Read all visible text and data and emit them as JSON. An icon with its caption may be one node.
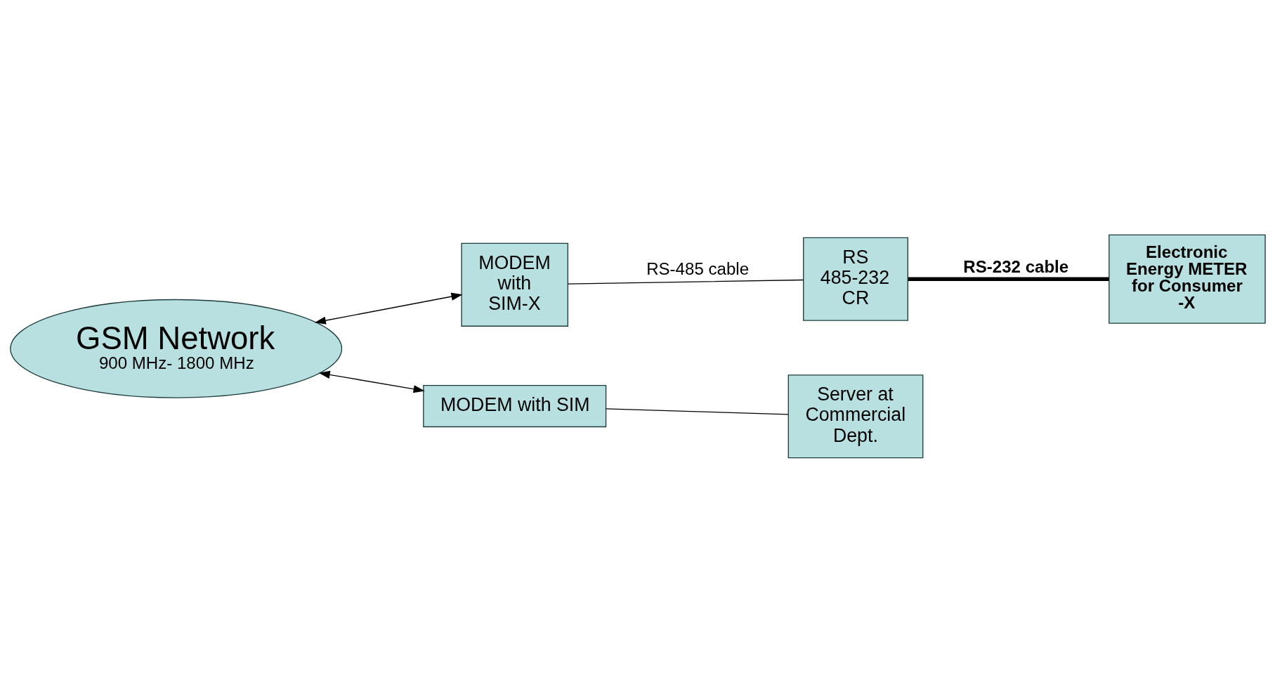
{
  "diagram": {
    "nodes": [
      {
        "text": [
          "MODEM with SIM-X"
        ]
      },
      {
        "text": [
          "RS 485-232 CR"
        ]
      },
      {
        "text": [
          "Electronic Energy METER for Consumer -X"
        ]
      },
      {
        "text": [
          "GSM Network",
          "900 MHz- 1800 MHz"
        ]
      },
      {
        "text": [
          "MODEM with SIM"
        ]
      },
      {
        "text": [
          "Server at Commercial Dept."
        ]
      }
    ],
    "edges": [
      {
        "from": 0,
        "to": 1,
        "arrow": "none",
        "label": "RS-485 cable"
      },
      {
        "from": 1,
        "to": 2,
        "arrow": "none",
        "label": "RS-232 cable",
        "style": "thick"
      },
      {
        "from": 3,
        "to": 0,
        "arrow": "both"
      },
      {
        "from": 3,
        "to": 4,
        "arrow": "both"
      },
      {
        "from": 4,
        "to": 5,
        "arrow": "none"
      }
    ]
  }
}
